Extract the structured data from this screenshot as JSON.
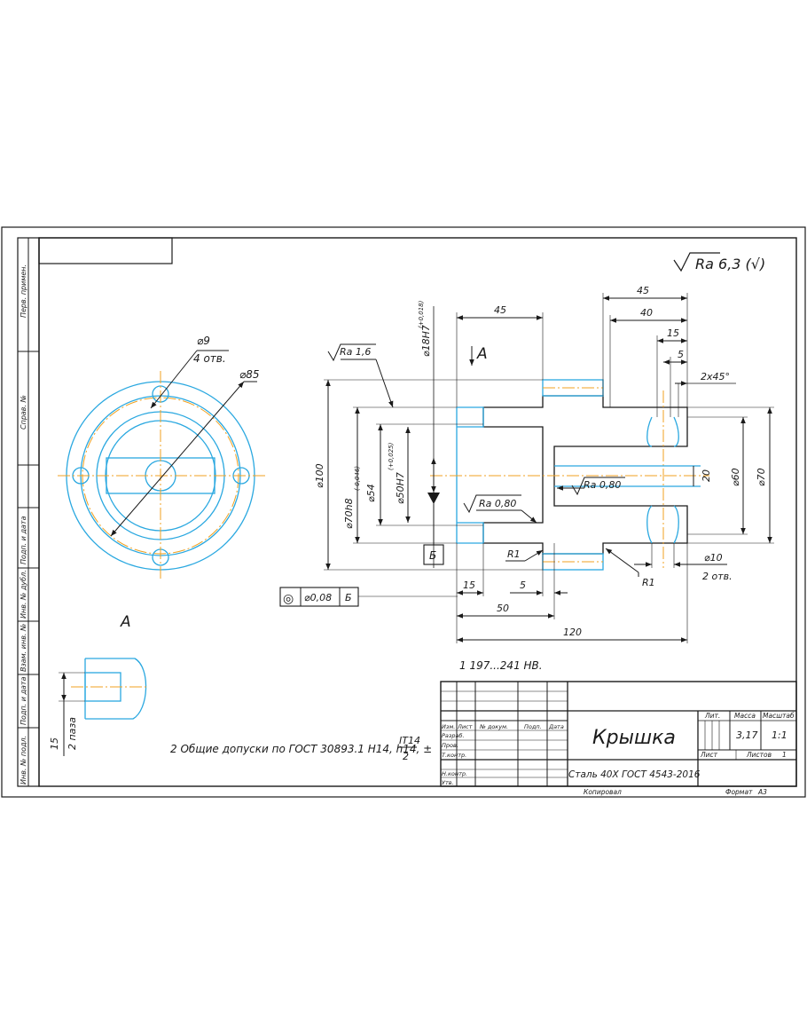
{
  "roughness_general": "Ra 6,3 (√)",
  "side_strip": [
    "Перв. примен.",
    "Справ. №",
    "Подп. и дата",
    "Инв. № дубл.",
    "Взам. инв. №",
    "Подп. и дата",
    "Инв. № подл."
  ],
  "front_view": {
    "hole_dia": "⌀9",
    "hole_count": "4 отв.",
    "pcd": "⌀85"
  },
  "section": {
    "view_mark": "А",
    "ra_16": "Ra 1,6",
    "ra_080_a": "Ra 0,80",
    "ra_080_b": "Ra 0,80",
    "d18": "⌀18H7",
    "d18_tol": "(+0,018)",
    "d100": "⌀100",
    "d70h8": "⌀70h8",
    "d70h8_tol": "(-0,046)",
    "d54": "⌀54",
    "d50": "⌀50H7",
    "d50_tol": "(+0,025)",
    "d60": "⌀60",
    "d70": "⌀70",
    "d20": "20",
    "d10": "⌀10",
    "d10_count": "2 отв.",
    "chamfer": "2x45°",
    "r1_a": "R1",
    "r1_b": "R1",
    "datum": "Б",
    "dim_45_left": "45",
    "dim_45_top": "45",
    "dim_40": "40",
    "dim_15_top": "15",
    "dim_5_top": "5",
    "dim_15_bot": "15",
    "dim_5_bot": "5",
    "dim_50": "50",
    "dim_120": "120"
  },
  "runout": {
    "symbol": "◎",
    "value": "⌀0,08",
    "datum": "Б"
  },
  "detail": {
    "label": "А",
    "dim_15": "15",
    "dim_count": "2 паза"
  },
  "notes": {
    "hardness": "1 197...241 HB.",
    "tolerances": "2 Общие допуски по ГОСТ 30893.1 H14, h14, ±",
    "frac_num": "IT14",
    "frac_den": "2"
  },
  "title_block": {
    "name": "Крышка",
    "material": "Сталь 40Х ГОСТ 4543-2016",
    "col_lit": "Лит.",
    "col_mass": "Масса",
    "col_scale": "Масштаб",
    "mass": "3,17",
    "scale": "1:1",
    "sheet": "Лист",
    "sheets": "Листов",
    "sheets_val": "1",
    "hdr_izm": "Изм.",
    "hdr_list": "Лист",
    "hdr_doc": "№ докум.",
    "hdr_sign": "Подп.",
    "hdr_date": "Дата",
    "role_dev": "Разраб.",
    "role_check": "Пров.",
    "role_tcontr": "Т.контр.",
    "role_ncontr": "Н.контр.",
    "role_approve": "Утв.",
    "copied": "Копировал",
    "format": "Формат",
    "format_val": "А3"
  }
}
